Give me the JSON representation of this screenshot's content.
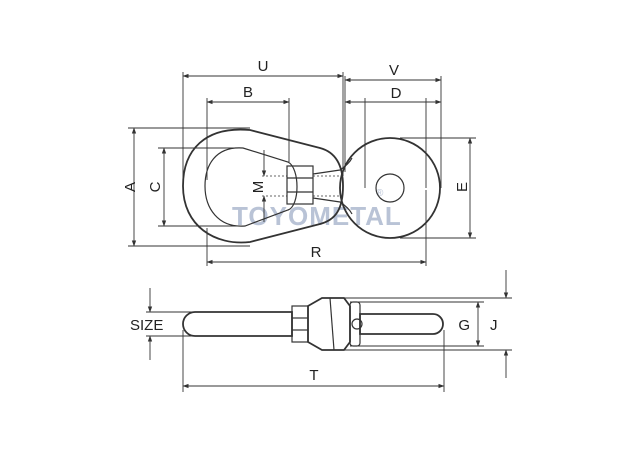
{
  "labels": {
    "u": "U",
    "b": "B",
    "v": "V",
    "d": "D",
    "a": "A",
    "c": "C",
    "m": "M",
    "e": "E",
    "r": "R",
    "size": "SIZE",
    "t": "T",
    "g": "G",
    "j": "J"
  },
  "watermark": {
    "text": "TOYOMETAL",
    "registered": "®"
  },
  "colors": {
    "line": "#333333",
    "watermark": "#b9c3d6"
  }
}
